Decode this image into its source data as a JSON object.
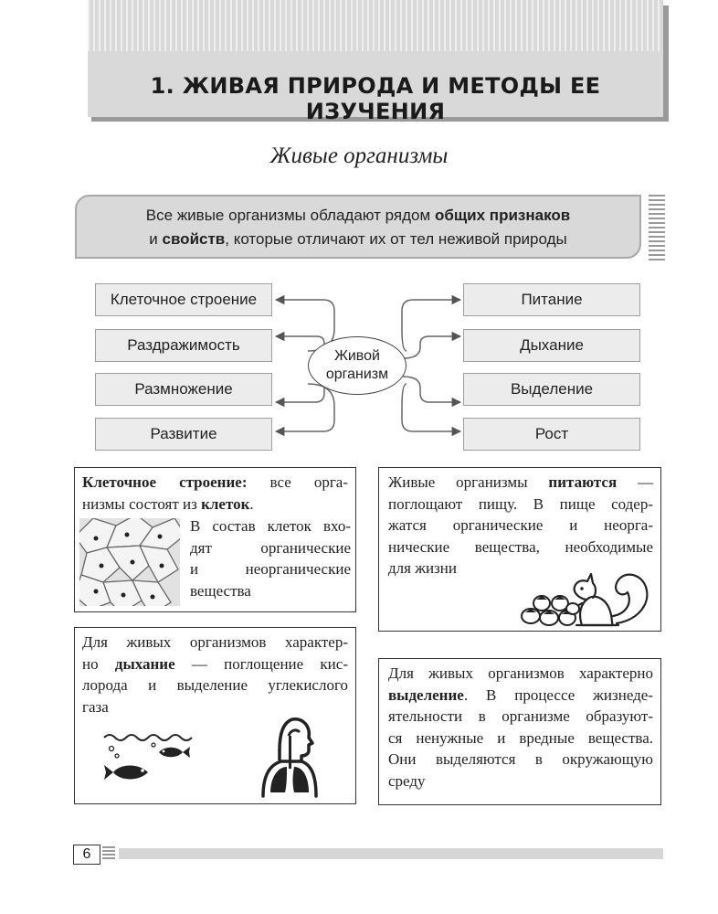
{
  "header": {
    "chapter_title": "1. ЖИВАЯ ПРИРОДА И МЕТОДЫ ЕЕ ИЗУЧЕНИЯ"
  },
  "section_title": "Живые организмы",
  "intro": {
    "line1_text": "Все живые организмы обладают рядом ",
    "line1_bold": "общих признаков",
    "line2_pre": "и ",
    "line2_bold": "свойств",
    "line2_text": ", которые отличают их от тел неживой природы"
  },
  "diagram": {
    "center_line1": "Живой",
    "center_line2": "организм",
    "left": [
      "Клеточное строение",
      "Раздражимость",
      "Размножение",
      "Развитие"
    ],
    "right": [
      "Питание",
      "Дыхание",
      "Выделение",
      "Рост"
    ]
  },
  "box_cells": {
    "bold_title": "Клеточное строение:",
    "line1_rest": " все орга-",
    "line2_pre": "низмы состоят из ",
    "line2_bold": "клеток",
    "line2_post": ".",
    "line3": "В состав клеток вхо-",
    "line4": "дят органические",
    "line5": "и неорганические",
    "line6": "вещества",
    "image_icon": "plant-cells-micrograph"
  },
  "box_nutrition": {
    "line1_pre": "Живые организмы ",
    "line1_bold": "питаются",
    "line1_post": " —",
    "line2": "поглощают пищу. В пище содер-",
    "line3": "жатся органические и неорга-",
    "line4": "нические вещества, необходимые",
    "line5": "для жизни",
    "image_icon": "squirrel-with-nuts-icon"
  },
  "box_breathing": {
    "line1": "Для живых организмов характер-",
    "line2_pre": "но ",
    "line2_bold": "дыхание",
    "line2_post": " — поглощение кис-",
    "line3": "лорода и выделение углекислого",
    "line4": "газа",
    "image_icons": [
      "fish-underwater-icon",
      "human-lungs-icon"
    ]
  },
  "box_excretion": {
    "line1": "Для живых организмов характерно",
    "line2_bold": "выделение",
    "line2_post": ". В процессе жизнеде-",
    "line3": "ятельности в организме образуют-",
    "line4": "ся ненужные и вредные вещества.",
    "line5": "Они выделяются в окружающую",
    "line6": "среду"
  },
  "footer": {
    "page_number": "6"
  }
}
